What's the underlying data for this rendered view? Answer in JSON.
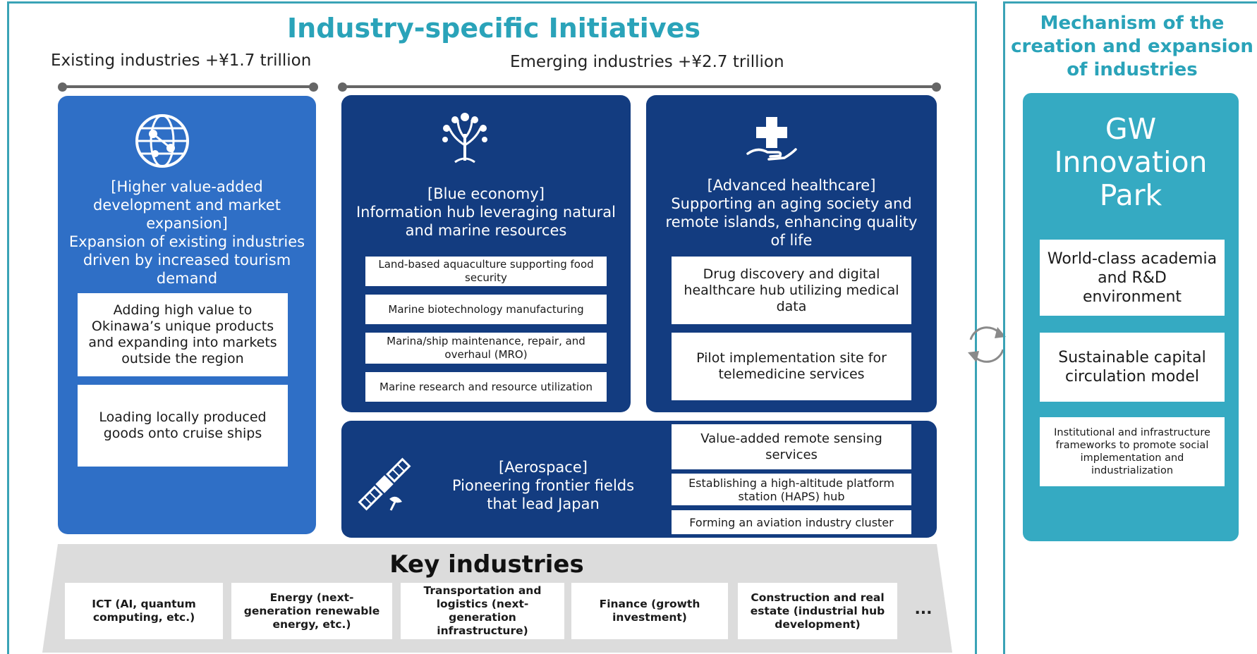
{
  "left_section": {
    "title": "Industry-specific Initiatives",
    "existing_label": "Existing industries +¥1.7 trillion",
    "emerging_label": "Emerging industries +¥2.7 trillion"
  },
  "existing_panel": {
    "icon": "globe-network-icon",
    "heading": "[Higher value-added development and market expansion]\nExpansion of existing industries driven by increased tourism demand",
    "boxes": [
      "Adding high value to Okinawa’s unique products and expanding into markets outside the region",
      "Loading locally produced goods onto cruise ships"
    ]
  },
  "blue_panel": {
    "icon": "tree-of-life-icon",
    "heading": "[Blue economy]\nInformation hub leveraging natural and marine resources",
    "boxes": [
      "Land-based aquaculture supporting food security",
      "Marine biotechnology manufacturing",
      "Marina/ship maintenance, repair, and overhaul (MRO)",
      "Marine research and resource utilization"
    ]
  },
  "health_panel": {
    "icon": "medical-cross-hand-icon",
    "heading": "[Advanced healthcare]\nSupporting an aging society and remote islands, enhancing quality of life",
    "boxes": [
      "Drug discovery and digital healthcare hub utilizing medical data",
      "Pilot implementation site for telemedicine services"
    ]
  },
  "aero_panel": {
    "icon": "satellite-icon",
    "heading": "[Aerospace]\nPioneering frontier fields that lead Japan",
    "boxes": [
      "Value-added remote sensing services",
      "Establishing a high-altitude platform station (HAPS) hub",
      "Forming an aviation industry cluster"
    ]
  },
  "key_industries": {
    "title": "Key industries",
    "items": [
      "ICT (AI, quantum computing, etc.)",
      "Energy (next-generation renewable energy, etc.)",
      "Transportation and logistics (next-generation infrastructure)",
      "Finance (growth investment)",
      "Construction and real estate (industrial hub development)"
    ],
    "more": "..."
  },
  "cycle_icon": "cycle-arrows-icon",
  "right_section": {
    "title": "Mechanism of the creation and expansion of industries",
    "panel_title": "GW Innovation Park",
    "boxes": [
      "World-class academia and R&D environment",
      "Sustainable capital circulation model",
      "Institutional and infrastructure frameworks to promote social implementation and industrialization"
    ]
  },
  "colors": {
    "accent_teal": "#2aa3b9",
    "existing_blue": "#2f6fc6",
    "emerging_navy": "#133c80",
    "gw_teal": "#35aac2",
    "key_band_gray": "#dcdcdc"
  }
}
